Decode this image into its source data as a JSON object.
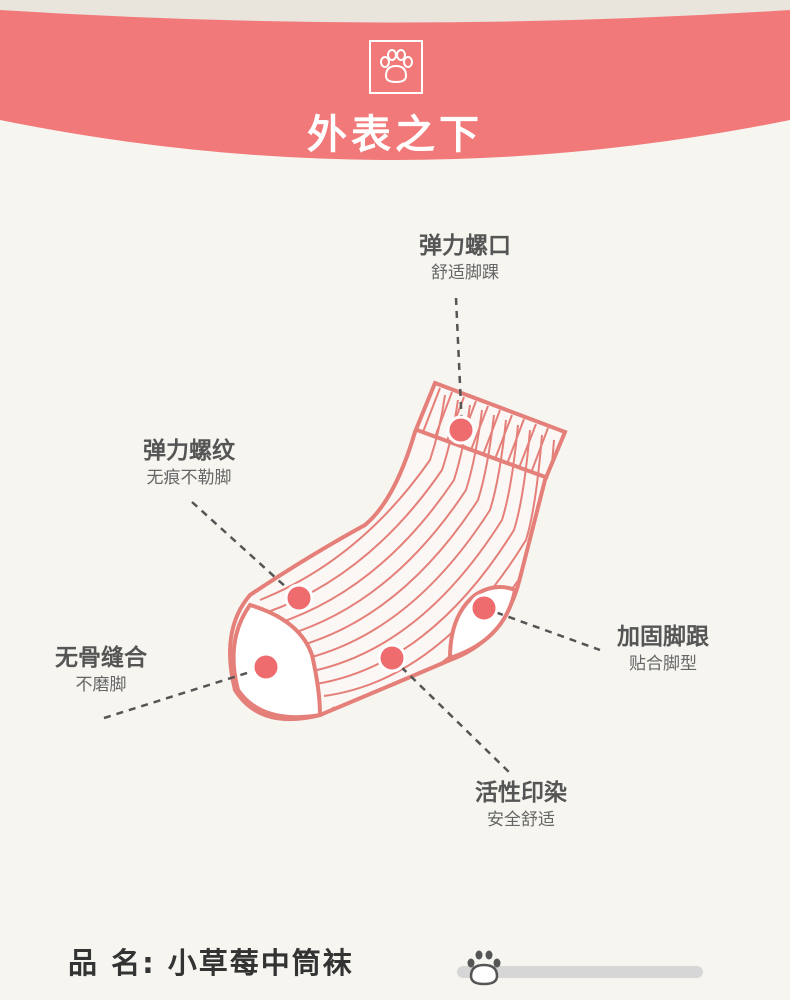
{
  "banner": {
    "title": "外表之下",
    "icon": "paw-icon",
    "color": "#f27979"
  },
  "features": [
    {
      "title": "弹力螺口",
      "subtitle": "舒适脚踝"
    },
    {
      "title": "弹力螺纹",
      "subtitle": "无痕不勒脚"
    },
    {
      "title": "无骨缝合",
      "subtitle": "不磨脚"
    },
    {
      "title": "加固脚跟",
      "subtitle": "贴合脚型"
    },
    {
      "title": "活性印染",
      "subtitle": "安全舒适"
    }
  ],
  "product": {
    "label": "品 名: 小草莓中筒袜"
  },
  "slider": {
    "icon": "paw-icon",
    "value": 0.05
  },
  "colors": {
    "accent": "#f27979",
    "sock_outline": "#e57f79",
    "dot": "#ee6b6e",
    "background": "#f6f5f0"
  }
}
